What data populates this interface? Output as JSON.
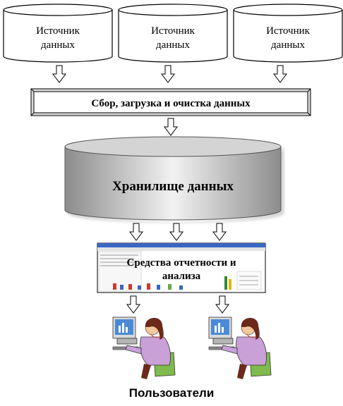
{
  "sources": [
    {
      "line1": "Источник",
      "line2": "данных"
    },
    {
      "line1": "Источник",
      "line2": "данных"
    },
    {
      "line1": "Источник",
      "line2": "данных"
    }
  ],
  "etl_label": "Сбор, загрузка и очистка данных",
  "warehouse_label": "Хранилище данных",
  "reporting": {
    "line1": "Средства отчетности и",
    "line2": "анализа"
  },
  "users_label": "Пользователи",
  "icons": {
    "user": "person-at-computer-icon",
    "screenshot": "report-window-thumbnail"
  },
  "colors": {
    "box_fill": "#ffffff",
    "warehouse_dark": "#8c8c8c",
    "warehouse_light": "#f2f2f2",
    "hair": "#6b2a1a",
    "monitor": "#4a8bd6",
    "shirt": "#c9a0d8",
    "chair": "#7fba4a"
  }
}
